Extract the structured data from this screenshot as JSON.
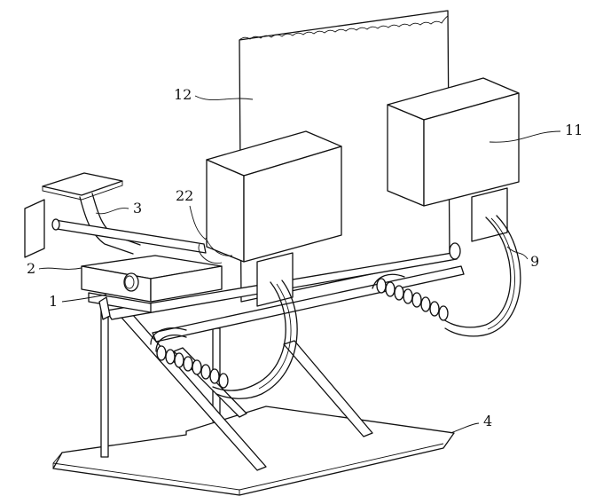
{
  "labels": {
    "l1": "1",
    "l2": "2",
    "l3": "3",
    "l4": "4",
    "l9": "9",
    "l11": "11",
    "l12": "12",
    "l22": "22"
  }
}
